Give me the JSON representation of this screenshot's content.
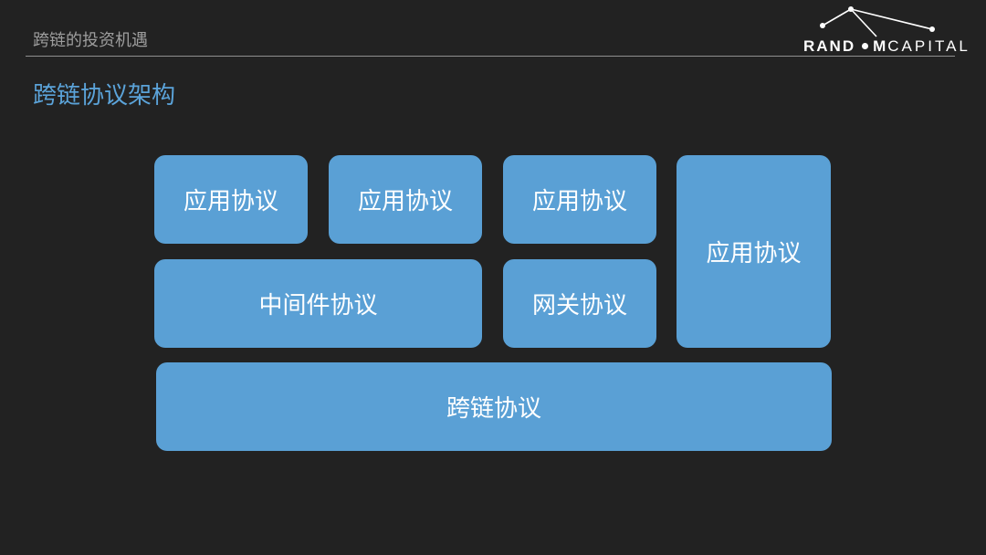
{
  "header": {
    "title": "跨链的投资机遇",
    "logo": {
      "part1": "RAND",
      "part2": "M",
      "part3": "CAPITAL"
    }
  },
  "section": {
    "title": "跨链协议架构"
  },
  "diagram": {
    "app1": "应用协议",
    "app2": "应用协议",
    "app3": "应用协议",
    "app4": "应用协议",
    "middleware": "中间件协议",
    "gateway": "网关协议",
    "crosschain": "跨链协议"
  },
  "colors": {
    "background": "#222222",
    "box": "#5aa0d5",
    "title_accent": "#5ba3d9"
  }
}
